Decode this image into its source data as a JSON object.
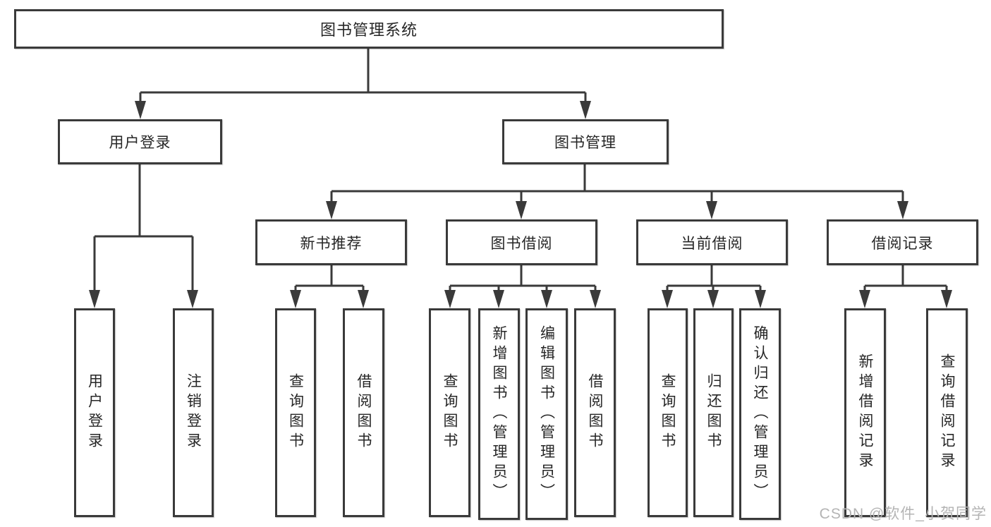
{
  "root": {
    "label": "图书管理系统"
  },
  "level1": {
    "user_login": {
      "label": "用户登录"
    },
    "book_management": {
      "label": "图书管理"
    }
  },
  "level2": {
    "new_book_recommend": {
      "label": "新书推荐"
    },
    "book_borrowing": {
      "label": "图书借阅"
    },
    "current_borrowing": {
      "label": "当前借阅"
    },
    "borrowing_records": {
      "label": "借阅记录"
    }
  },
  "leaves": {
    "user_login": [
      {
        "label": "用户登录"
      },
      {
        "label": "注销登录"
      }
    ],
    "new_book_recommend": [
      {
        "label": "查询图书"
      },
      {
        "label": "借阅图书"
      }
    ],
    "book_borrowing": [
      {
        "label": "查询图书"
      },
      {
        "label": "新增图书（管理员）"
      },
      {
        "label": "编辑图书（管理员）"
      },
      {
        "label": "借阅图书"
      }
    ],
    "current_borrowing": [
      {
        "label": "查询图书"
      },
      {
        "label": "归还图书"
      },
      {
        "label": "确认归还（管理员）"
      }
    ],
    "borrowing_records": [
      {
        "label": "新增借阅记录"
      },
      {
        "label": "查询借阅记录"
      }
    ]
  },
  "watermark": {
    "text": "CSDN @软件_小贺同学"
  },
  "colors": {
    "line": "#3a3a3a",
    "text": "#262626",
    "watermark": "#b4b4b4",
    "background": "#ffffff"
  }
}
